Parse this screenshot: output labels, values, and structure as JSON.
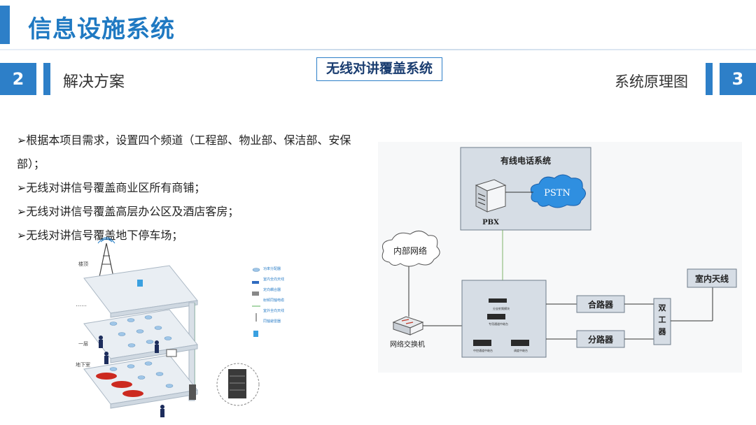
{
  "header": {
    "title": "信息设施系统",
    "section_left_number": "2",
    "section_left_label": "解决方案",
    "center_tag": "无线对讲覆盖系统",
    "section_right_label": "系统原理图",
    "section_right_number": "3"
  },
  "bullets": [
    "➢根据本项目需求，设置四个频道（工程部、物业部、保洁部、安保部）；",
    "➢无线对讲信号覆盖商业区所有商铺；",
    "➢无线对讲信号覆盖高层办公区及酒店客房；",
    "➢无线对讲信号覆盖地下停车场；"
  ],
  "building_illustration": {
    "floor_labels": [
      "楼顶",
      "……",
      "一层",
      "地下室"
    ],
    "legend": [
      "功率分配器",
      "室内全向天线",
      "定向耦合器",
      "射频同轴电缆",
      "室外全向天线",
      "同轴避雷器"
    ],
    "colors": {
      "floor": "#e9eef3",
      "floor_edge": "#aab7c4",
      "cable": "#58b25a",
      "car": "#cc2a20",
      "cabinet": "#3a3a3a"
    }
  },
  "diagram": {
    "wired_phone_system": "有线电话系统",
    "pbx": "PBX",
    "pstn": "PSTN",
    "internal_network": "内部网络",
    "network_switch": "网络交换机",
    "combiner": "合路器",
    "splitter": "分路器",
    "duplexer": "双工器",
    "indoor_antenna": "室内天线",
    "rack_labels": [
      "分支射频模块",
      "专用通道中继台",
      "中控通道中继台",
      "调度中继台"
    ],
    "colors": {
      "box_fill": "#d6dde5",
      "box_stroke": "#6f7d8a",
      "cloud_fill": "#2f8fe0",
      "pbx_line": "#7fb46a"
    }
  }
}
